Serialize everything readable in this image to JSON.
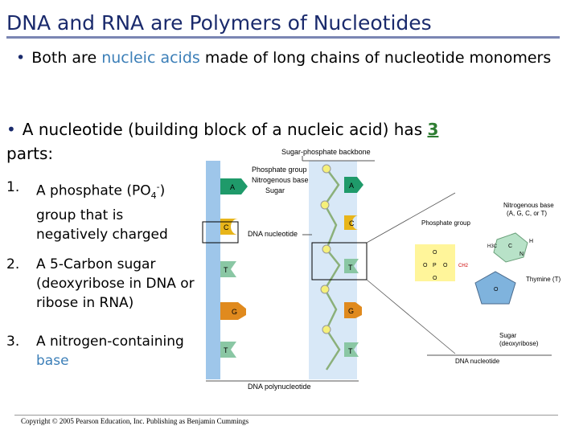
{
  "title": "DNA and RNA are Polymers of Nucleotides",
  "bullet1": {
    "pre": "Both are ",
    "highlight": "nucleic acids",
    "post": " made of long chains of nucleotide monomers"
  },
  "bullet2": {
    "pre": "A nucleotide (building block of a nucleic acid) has ",
    "number": "3",
    "post": " parts:"
  },
  "items": [
    {
      "num": "1.",
      "text_a": "A phosphate (PO",
      "sub": "4",
      "sup": "-",
      "text_b": ") group that is negatively charged"
    },
    {
      "num": "2.",
      "text": "A 5-Carbon sugar (deoxyribose in DNA or ribose in RNA)"
    },
    {
      "num": "3.",
      "text": "A nitrogen-containing ",
      "highlight": "base"
    }
  ],
  "diagram": {
    "backbone_label": "Sugar-phosphate backbone",
    "phosphate_group": "Phosphate group",
    "nitrogenous_base": "Nitrogenous base",
    "sugar": "Sugar",
    "dna_nucleotide": "DNA nucleotide",
    "dna_polynucleotide": "DNA polynucleotide",
    "bases": [
      "A",
      "C",
      "T",
      "G",
      "T"
    ],
    "right_phosphate": "Phosphate group",
    "right_nitro_title": "Nitrogenous base",
    "right_nitro_sub": "(A, G, C, or T)",
    "thymine": "Thymine (T)",
    "sugar_label": "Sugar",
    "sugar_sub": "(deoxyribose)",
    "right_dna_nucleotide": "DNA nucleotide",
    "ch3": "H3C",
    "ch2": "CH2",
    "atoms": {
      "O": "O",
      "P": "P",
      "C": "C",
      "N": "N",
      "H": "H"
    }
  },
  "copyright": "Copyright © 2005 Pearson Education, Inc. Publishing as Benjamin Cummings",
  "colors": {
    "title": "#1a2a6c",
    "highlight": "#3c7fb8",
    "number": "#2e7d32",
    "A": "#1f9a6a",
    "C": "#e8b51a",
    "T": "#8ac7a4",
    "G": "#e08a1e"
  }
}
